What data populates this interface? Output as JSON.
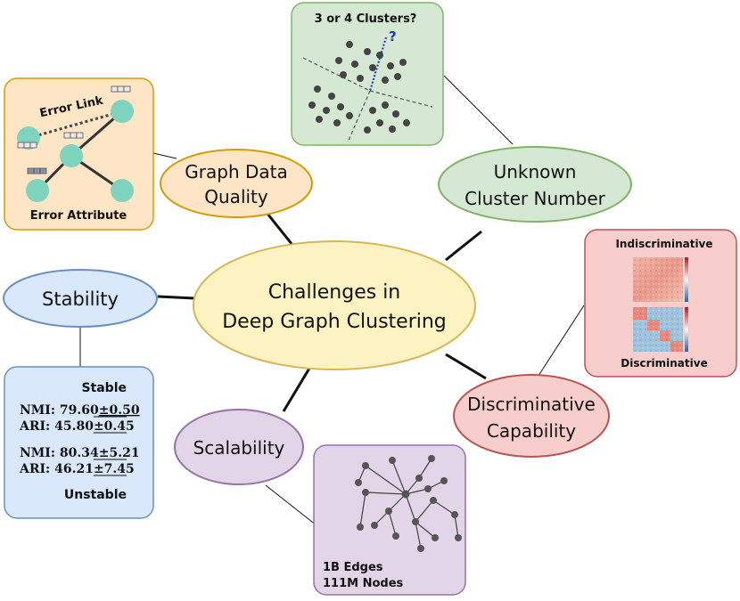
{
  "center": {
    "line1": "Challenges in",
    "line2": "Deep Graph Clustering"
  },
  "quality": {
    "line1": "Graph Data",
    "line2": "Quality",
    "error_link": "Error Link",
    "error_attribute": "Error Attribute"
  },
  "unknown": {
    "line1": "Unknown",
    "line2": "Cluster Number",
    "question_title": "3 or 4 Clusters?",
    "question_mark": "?"
  },
  "stability": {
    "label": "Stability",
    "stable_title": "Stable",
    "stable_nmi_label": "NMI: ",
    "stable_nmi_value": "79.60",
    "stable_nmi_std": "±0.50",
    "stable_ari_label": "ARI: ",
    "stable_ari_value": "45.80",
    "stable_ari_std": "±0.45",
    "unstable_nmi_label": "NMI: ",
    "unstable_nmi_value": "80.34",
    "unstable_nmi_std": "±5.21",
    "unstable_ari_label": "ARI: ",
    "unstable_ari_value": "46.21",
    "unstable_ari_std": "±7.45",
    "unstable_title": "Unstable"
  },
  "discriminative": {
    "line1": "Discriminative",
    "line2": "Capability",
    "top_label": "Indiscriminative",
    "bottom_label": "Discriminative"
  },
  "scalability": {
    "label": "Scalability",
    "edges": "1B Edges",
    "nodes": "111M Nodes"
  },
  "colors": {
    "center_fill": "#fdf2c2",
    "center_stroke": "#d6b656",
    "quality_fill": "#fde5c5",
    "quality_stroke": "#d79b00",
    "unknown_fill": "#d5e8d4",
    "unknown_stroke": "#82b366",
    "stability_fill": "#dae8fc",
    "stability_stroke": "#6c8ebf",
    "discriminative_fill": "#f8cecc",
    "discriminative_stroke": "#b85450",
    "scalability_fill": "#e1d5e7",
    "scalability_stroke": "#9673a6",
    "node_teal": "#7fd4bf",
    "question_blue": "#1a33cc"
  }
}
